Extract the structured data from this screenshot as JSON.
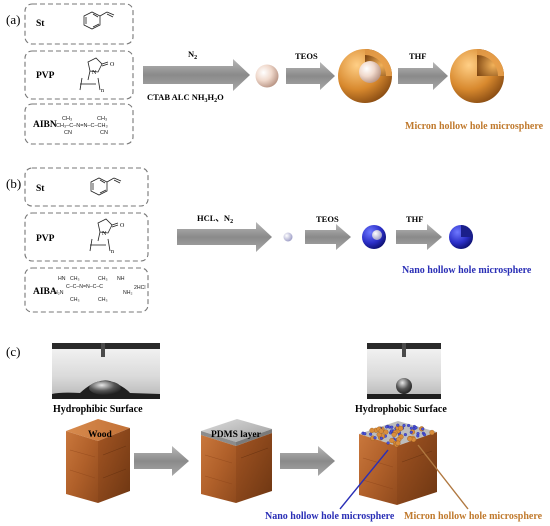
{
  "panel_a": {
    "letter": "(a)",
    "reagents": [
      "St",
      "PVP",
      "AIBN"
    ],
    "condition_top": "N",
    "condition_top_sub": "2",
    "condition_bottom": "CTAB  ALC  NH",
    "condition_bottom_sub1": "3",
    "condition_bottom_mid": "H",
    "condition_bottom_sub2": "2",
    "condition_bottom_end": "O",
    "step2": "TEOS",
    "step3": "THF",
    "caption": "Micron hollow hole microsphere",
    "pvp_subscript": "n"
  },
  "panel_b": {
    "letter": "(b)",
    "reagents": [
      "St",
      "PVP",
      "AIBA"
    ],
    "condition_top": "HCL、N",
    "condition_top_sub": "2",
    "step2": "TEOS",
    "step3": "THF",
    "caption": "Nano hollow hole microsphere",
    "pvp_subscript": "n",
    "aiba_labels": [
      "HN",
      "H₂N",
      "CH₃",
      "CH₃",
      "NH",
      "NH₂",
      "CH₃",
      "CH₃",
      "2HCl"
    ]
  },
  "panel_c": {
    "letter": "(c)",
    "left_surface": "Hydrophibic Surface",
    "right_surface": "Hydrophobic Surface",
    "cube1": "Wood",
    "cube2": "PDMS layer",
    "nano_caption": "Nano hollow hole microsphere",
    "micron_caption": "Micron hollow hole microsphere"
  },
  "colors": {
    "brown": "#c07a2e",
    "blue": "#2a2fb6",
    "arrow_gray": "#8c8c8c",
    "wood": "#b5652f"
  }
}
